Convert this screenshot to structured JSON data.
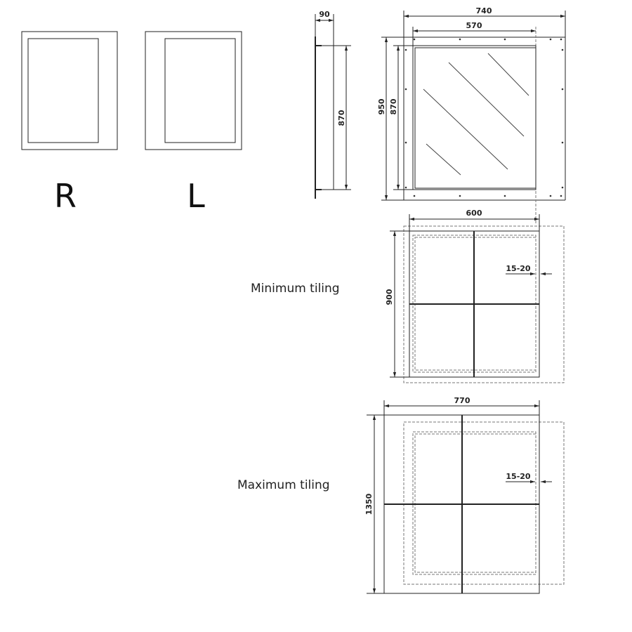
{
  "variants": {
    "right": "R",
    "left": "L"
  },
  "side_view": {
    "depth": "90",
    "height": "870"
  },
  "front_view": {
    "total_width": "740",
    "glass_width": "570",
    "total_height": "950",
    "glass_height": "870"
  },
  "minimum_tiling": {
    "label": "Minimum tiling",
    "width": "600",
    "height": "900",
    "gap": "15-20"
  },
  "maximum_tiling": {
    "label": "Maximum tiling",
    "width": "770",
    "height": "1350",
    "gap": "15-20"
  }
}
